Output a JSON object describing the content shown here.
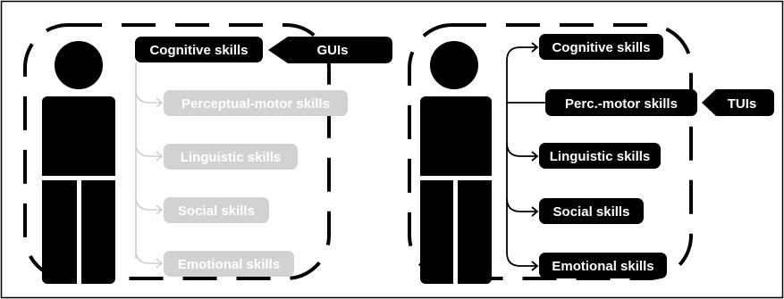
{
  "colors": {
    "active_fill": "#000000",
    "active_text": "#ffffff",
    "inactive_fill": "#d2d2d2",
    "inactive_text": "#ffffff",
    "outline": "#000000"
  },
  "left_panel": {
    "interface_tag": "GUIs",
    "skills": [
      {
        "label": "Cognitive skills",
        "active": true
      },
      {
        "label": "Perceptual-motor skills",
        "active": false
      },
      {
        "label": "Linguistic skills",
        "active": false
      },
      {
        "label": "Social skills",
        "active": false
      },
      {
        "label": "Emotional skills",
        "active": false
      }
    ]
  },
  "right_panel": {
    "interface_tag": "TUIs",
    "skills": [
      {
        "label": "Cognitive skills",
        "active": true
      },
      {
        "label": "Perc.-motor skills",
        "active": true
      },
      {
        "label": "Linguistic skills",
        "active": true
      },
      {
        "label": "Social skills",
        "active": true
      },
      {
        "label": "Emotional skills",
        "active": true
      }
    ]
  }
}
